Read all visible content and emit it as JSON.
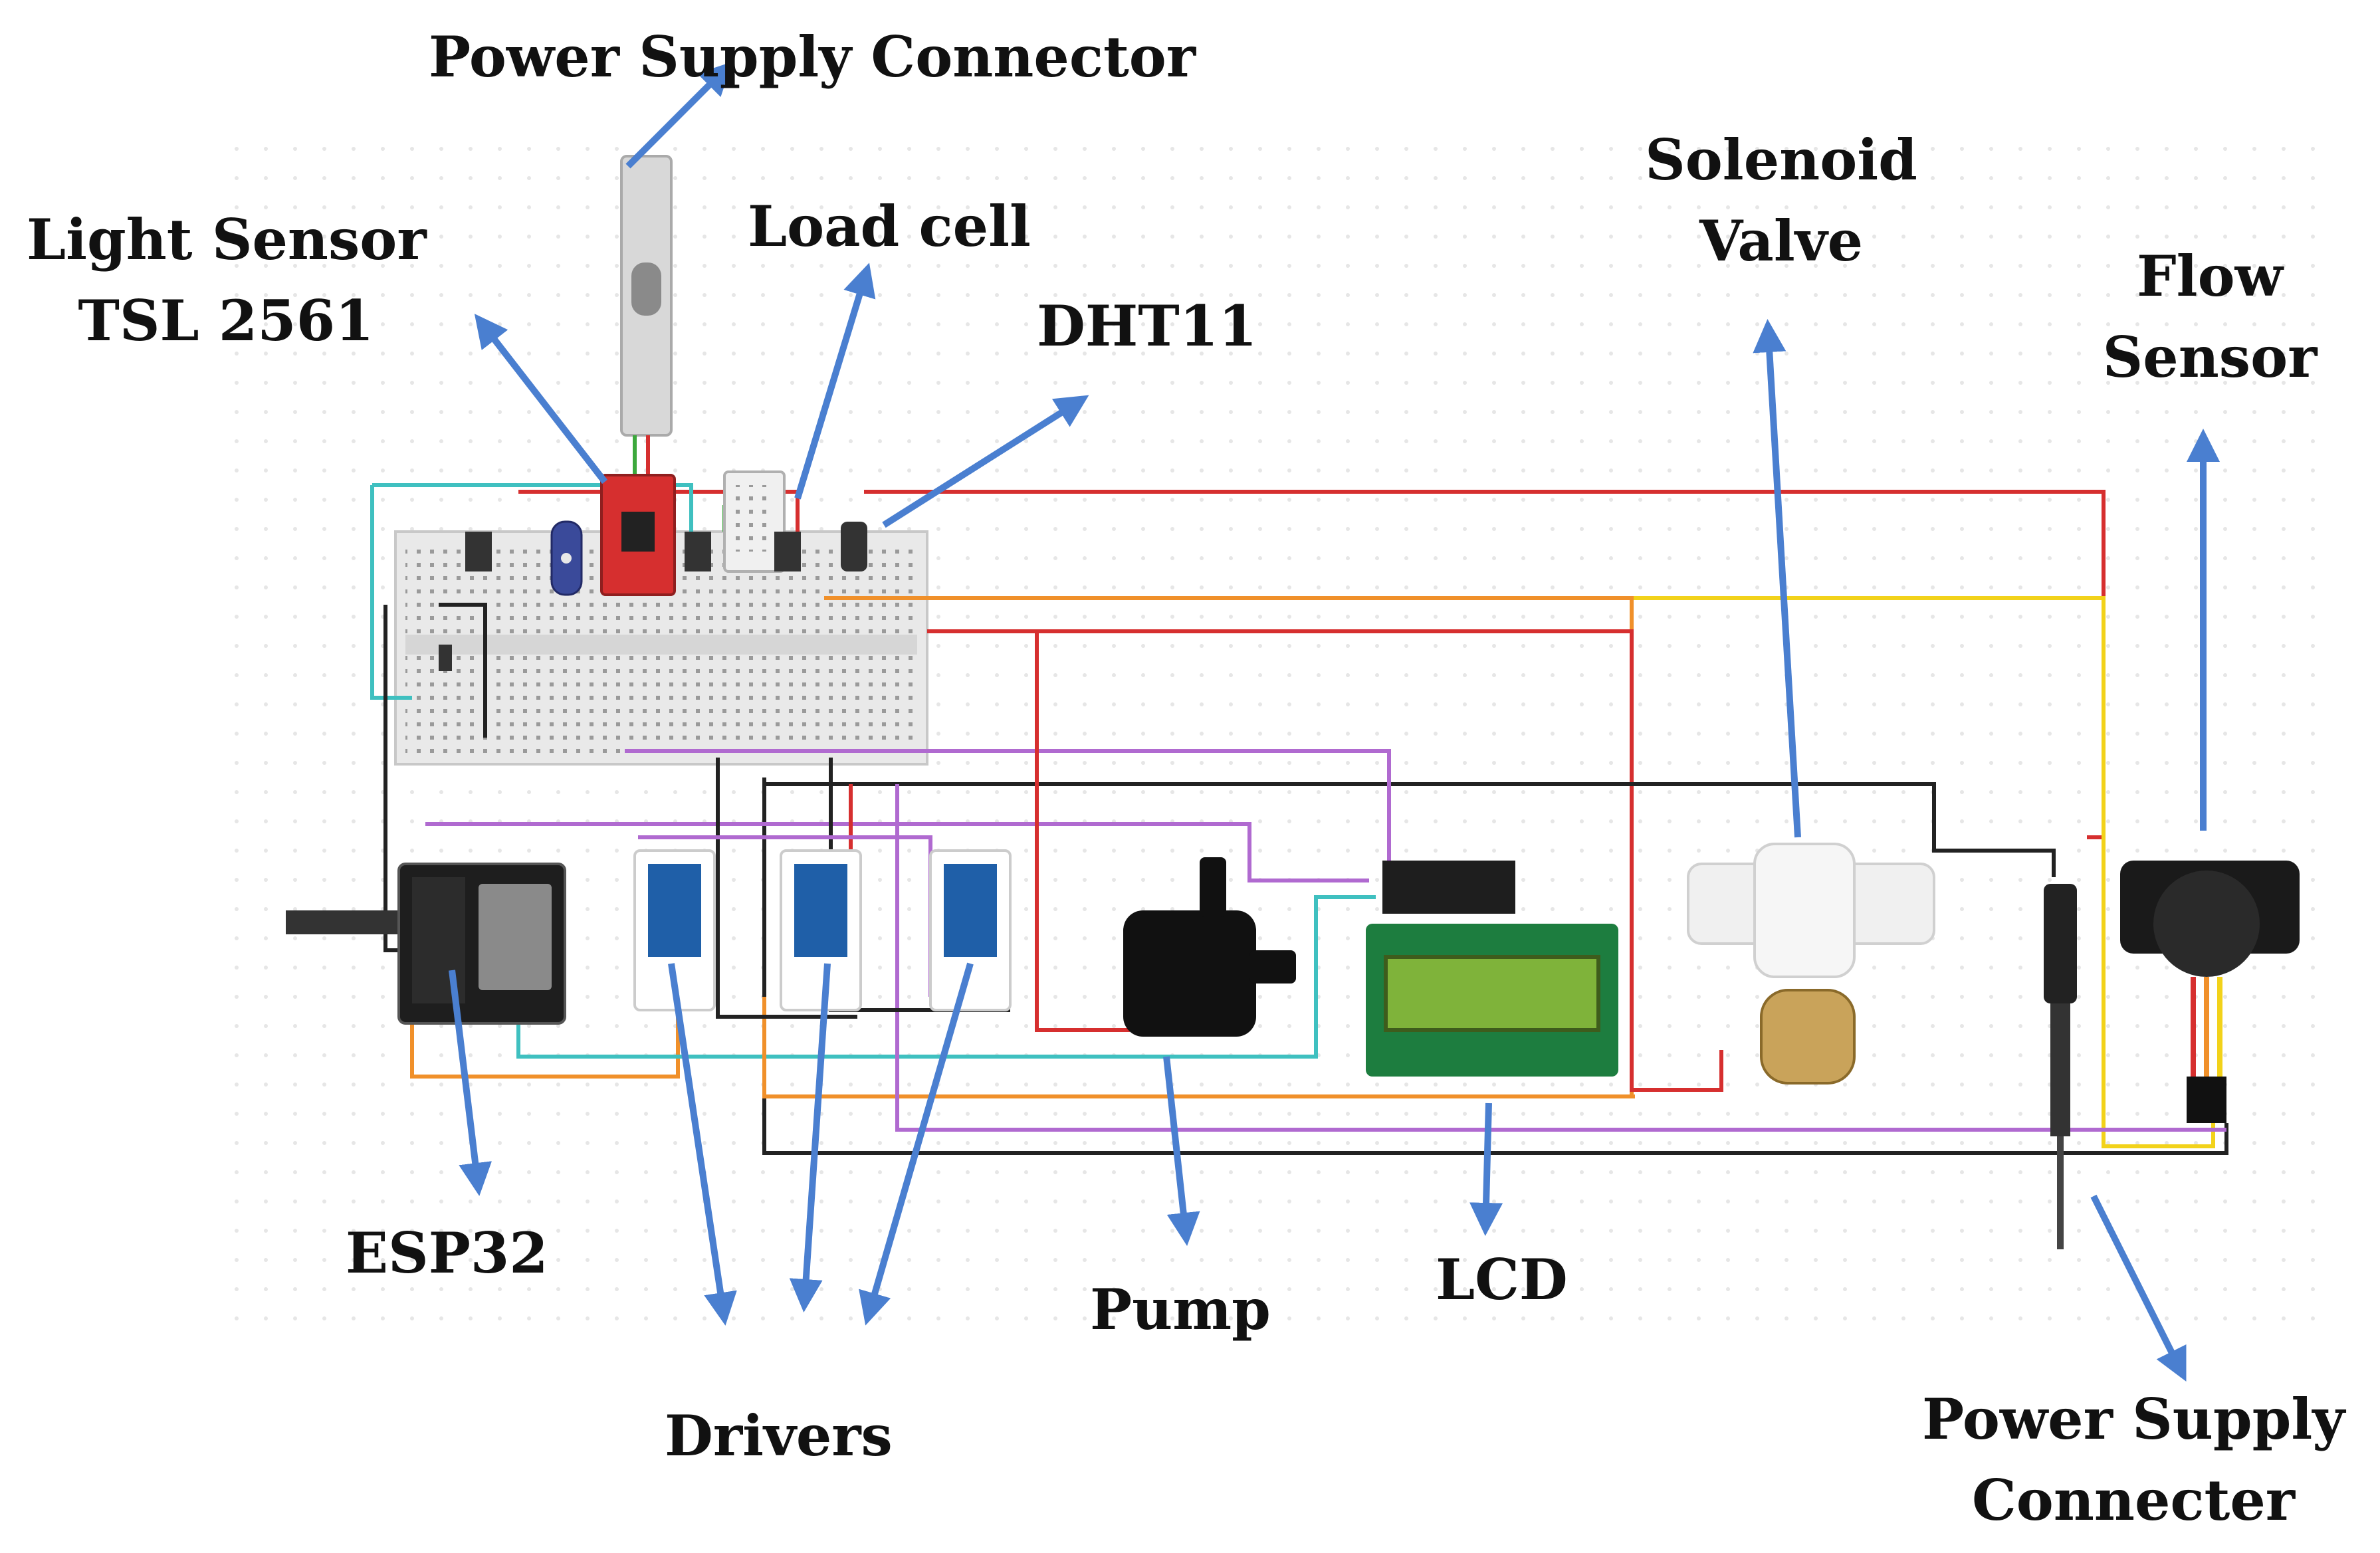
{
  "labels": {
    "power_supply_top": "Power Supply Connector",
    "light_sensor_line1": "Light Sensor",
    "light_sensor_line2": "TSL 2561",
    "load_cell": "Load cell",
    "dht11": "DHT11",
    "solenoid_line1": "Solenoid",
    "solenoid_line2": "Valve",
    "flow_line1": "Flow",
    "flow_line2": "Sensor",
    "esp32": "ESP32",
    "drivers": "Drivers",
    "pump": "Pump",
    "lcd": "LCD",
    "power_supply_bottom_line1": "Power Supply",
    "power_supply_bottom_line2": "Connecter"
  },
  "colors": {
    "arrow": "#4a7fd0",
    "board": "#e8e8e8",
    "relay": "#1f5fa8",
    "lcd_screen": "#7fb33a",
    "lcd_pcb": "#1d7d3f",
    "wire_red": "#d62f2f",
    "wire_yellow": "#f2d21a",
    "wire_orange": "#f0902a",
    "wire_black": "#222222",
    "wire_purple": "#b06ad0",
    "wire_cyan": "#3fc0c0",
    "wire_green": "#3ca83c"
  }
}
